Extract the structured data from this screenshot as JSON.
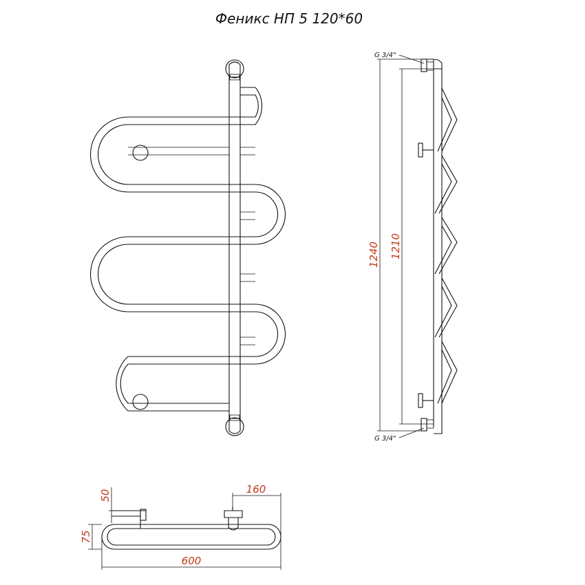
{
  "title": "Феникс НП 5 120*60",
  "side_view": {
    "thread_top": "G 3/4\"",
    "thread_bottom": "G 3/4\"",
    "height_total": "1240",
    "height_axis": "1210"
  },
  "top_view": {
    "depth_mount": "50",
    "depth_body": "75",
    "offset": "160",
    "width": "600"
  },
  "colors": {
    "line": "#111111",
    "dimension_text": "#c0391b"
  }
}
